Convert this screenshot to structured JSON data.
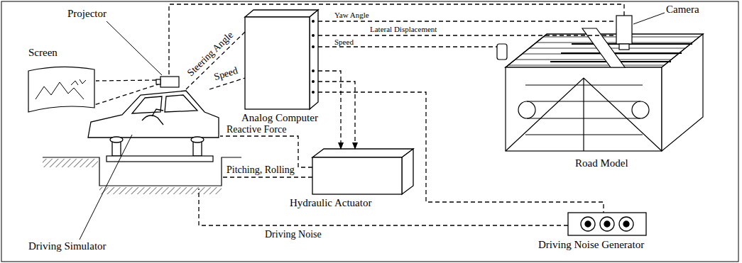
{
  "diagram": {
    "nodes": [
      {
        "text": [
          "Screen"
        ]
      },
      {
        "text": [
          "Projector"
        ]
      },
      {
        "text": [
          "Driving Simulator"
        ]
      },
      {
        "text": [
          "Analog Computer"
        ]
      },
      {
        "text": [
          "Hydraulic Actuator"
        ]
      },
      {
        "text": [
          "Road Model"
        ]
      },
      {
        "text": [
          "Camera"
        ]
      },
      {
        "text": [
          "Driving Noise Generator"
        ]
      }
    ],
    "edges": [
      {
        "from": 1,
        "to": 0,
        "arrow": "none"
      },
      {
        "from": 2,
        "to": 3,
        "label": "Steering Angle",
        "arrow": "none"
      },
      {
        "from": 2,
        "to": 3,
        "label": "Speed",
        "arrow": "none"
      },
      {
        "from": 3,
        "to": 6,
        "label": "Yaw Angle",
        "arrow": "none"
      },
      {
        "from": 3,
        "to": 6,
        "label": "Lateral Displacement",
        "arrow": "none"
      },
      {
        "from": 3,
        "to": 5,
        "label": "Speed",
        "arrow": "none"
      },
      {
        "from": 6,
        "to": 1,
        "arrow": "none"
      },
      {
        "from": 3,
        "to": 4,
        "arrow": "to"
      },
      {
        "from": 3,
        "to": 4,
        "arrow": "to"
      },
      {
        "from": 4,
        "to": 2,
        "label": "Reactive Force",
        "arrow": "none"
      },
      {
        "from": 4,
        "to": 2,
        "label": "Pitching, Rolling",
        "arrow": "none"
      },
      {
        "from": 3,
        "to": 7,
        "arrow": "none"
      },
      {
        "from": 7,
        "to": 2,
        "label": "Driving Noise",
        "arrow": "none"
      }
    ]
  }
}
